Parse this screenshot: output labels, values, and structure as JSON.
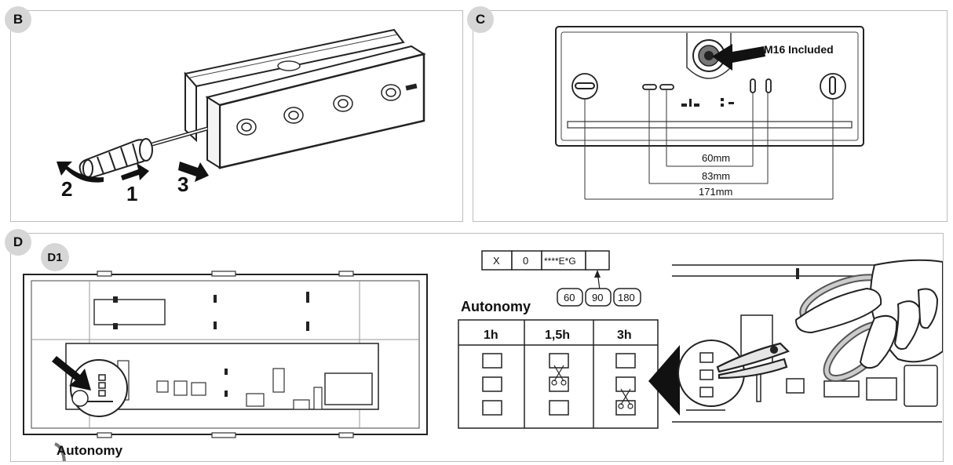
{
  "panels": {
    "b": {
      "badge": "B"
    },
    "c": {
      "badge": "C"
    },
    "d": {
      "badge": "D",
      "sub_badge": "D1"
    }
  },
  "step_labels": [
    "1",
    "2",
    "3"
  ],
  "labels": {
    "m16": "M16 Included",
    "dim_60": "60mm",
    "dim_83": "83mm",
    "dim_171": "171mm",
    "autonomy_heading": "Autonomy",
    "autonomy_footer": "Autonomy"
  },
  "code_boxes": [
    "X",
    "0",
    "****E*G",
    ""
  ],
  "options": [
    "60",
    "90",
    "180"
  ],
  "autonomy_columns": [
    "1h",
    "1,5h",
    "3h"
  ]
}
